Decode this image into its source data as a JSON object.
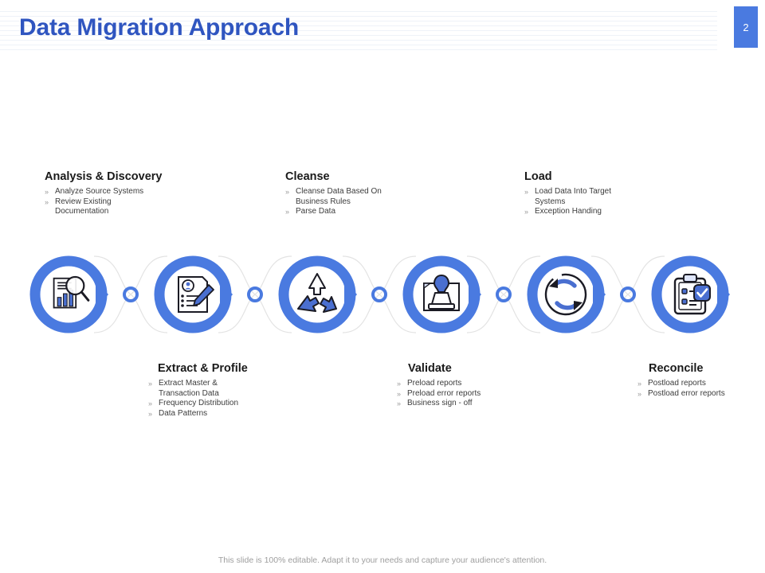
{
  "header": {
    "title": "Data Migration Approach",
    "page_number": "2",
    "title_color": "#2f55c0",
    "badge_color": "#4a7ae0"
  },
  "theme": {
    "ring_blue": "#4a7ae0",
    "icon_dark": "#1b1b24",
    "icon_accent": "#4a6fd0",
    "connector_gray": "#e3e3e3"
  },
  "blocks": {
    "analysis": {
      "heading": "Analysis & Discovery",
      "bullets": [
        "Analyze Source Systems",
        "Review Existing\nDocumentation"
      ]
    },
    "cleanse": {
      "heading": "Cleanse",
      "bullets": [
        "Cleanse Data Based On\nBusiness Rules",
        "Parse Data"
      ]
    },
    "load": {
      "heading": "Load",
      "bullets": [
        "Load Data Into Target\nSystems",
        "Exception Handing"
      ]
    },
    "extract": {
      "heading": "Extract & Profile",
      "bullets": [
        "Extract Master &\nTransaction Data",
        "Frequency Distribution",
        "Data Patterns"
      ]
    },
    "validate": {
      "heading": "Validate",
      "bullets": [
        "Preload reports",
        "Preload error reports",
        "Business sign - off"
      ]
    },
    "reconcile": {
      "heading": "Reconcile",
      "bullets": [
        "Postload reports",
        "Postload error reports"
      ]
    }
  },
  "bullet_marker": "»",
  "steps": [
    {
      "id": "analysis",
      "icon": "chart-magnifier-icon"
    },
    {
      "id": "extract",
      "icon": "profile-document-pencil-icon"
    },
    {
      "id": "cleanse",
      "icon": "recycle-arrows-icon"
    },
    {
      "id": "validate",
      "icon": "stamp-document-icon"
    },
    {
      "id": "load",
      "icon": "circular-sync-arrows-icon"
    },
    {
      "id": "reconcile",
      "icon": "clipboard-check-icon"
    }
  ],
  "footer": {
    "note": "This slide is 100% editable. Adapt it to your needs and capture your audience's attention."
  }
}
